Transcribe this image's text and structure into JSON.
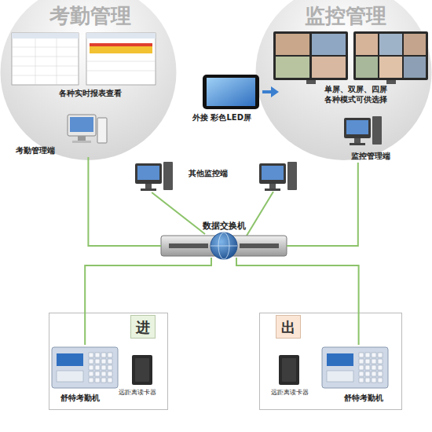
{
  "diagram": {
    "nodes": [
      {
        "text": [
          "考勤管理",
          "各种实时报表查看"
        ]
      },
      {
        "text": [
          "考勤管理端"
        ],
        "in": 0
      },
      {
        "text": [
          "监控管理",
          "单屏、双屏、四屏 各种模式可供选择"
        ]
      },
      {
        "text": [
          "外接 彩色LED屏"
        ]
      },
      {
        "text": [
          "监控管理端"
        ],
        "in": 2
      },
      {
        "text": [
          "其他监控端"
        ]
      },
      {
        "text": [
          "数据交换机"
        ]
      },
      {
        "text": [
          "进"
        ]
      },
      {
        "text": [
          "舒特考勤机"
        ],
        "in": 7
      },
      {
        "text": [
          "远距离读卡器"
        ],
        "in": 7
      },
      {
        "text": [
          "出"
        ]
      },
      {
        "text": [
          "远距离读卡器"
        ],
        "in": 10
      },
      {
        "text": [
          "舒特考勤机"
        ],
        "in": 10
      }
    ],
    "edges": [
      {
        "from": 1,
        "to": 6,
        "arrow": "none"
      },
      {
        "from": 4,
        "to": 6,
        "arrow": "none"
      },
      {
        "from": 5,
        "to": 6,
        "arrow": "none"
      },
      {
        "from": 6,
        "to": 8,
        "arrow": "none"
      },
      {
        "from": 6,
        "to": 12,
        "arrow": "none"
      }
    ]
  }
}
